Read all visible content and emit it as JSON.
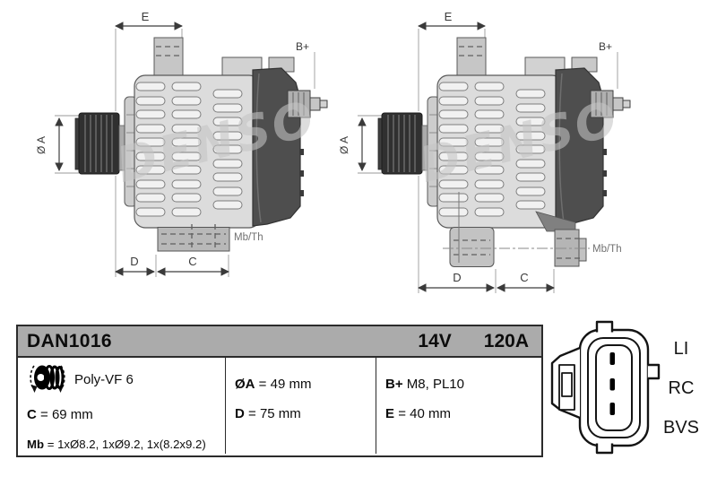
{
  "header": {
    "part_number": "DAN1016",
    "voltage": "14V",
    "amperage": "120A"
  },
  "specs": {
    "pulley": {
      "type": "Poly-VF 6"
    },
    "c": {
      "label": "C",
      "value": "= 69 mm"
    },
    "mb": {
      "label": "Mb",
      "value": "= 1xØ8.2, 1xØ9.2, 1x(8.2x9.2)"
    },
    "oa": {
      "label": "ØA",
      "value": "= 49 mm"
    },
    "d": {
      "label": "D",
      "value": "= 75 mm"
    },
    "bplus": {
      "label": "B+",
      "value": "M8, PL10"
    },
    "e": {
      "label": "E",
      "value": "= 40 mm"
    }
  },
  "drawing": {
    "watermark": "DENSO",
    "dim_e": "E",
    "dim_oa": "Ø A",
    "dim_d": "D",
    "dim_c": "C",
    "terminal_bplus": "B+",
    "mbth": "Mb/Th"
  },
  "connector": {
    "pins": [
      "LI",
      "RC",
      "BVS"
    ]
  },
  "colors": {
    "header_bg": "#ababab",
    "body_light": "#dcdcdc",
    "housing_dark": "#4e4e4e",
    "pulley_dark": "#303030",
    "table_border": "#2b2b2b"
  }
}
